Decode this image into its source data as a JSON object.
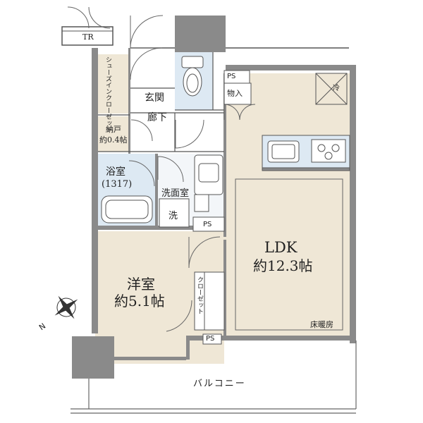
{
  "labels": {
    "tr": "TR",
    "shoe_closet": "シューズインクローゼット",
    "entrance": "玄関",
    "hallway": "廊下",
    "storage": "納戸",
    "storage_size": "約0.4帖",
    "bath": "浴室",
    "bath_size": "(1317)",
    "washroom": "洗面室",
    "washer": "洗",
    "ps_top": "PS",
    "storage_in": "物入",
    "fridge": "冷",
    "ps_wash": "PS",
    "ldk": "LDK",
    "ldk_size": "約12.3帖",
    "floor_heating": "床暖房",
    "western_room": "洋室",
    "western_size": "約5.1帖",
    "closet": "クローゼット",
    "ps_bottom": "PS",
    "balcony": "バルコニー",
    "north": "N"
  },
  "colors": {
    "wall": "#8a8a8a",
    "wall_dark": "#7a7a7a",
    "floor_beige": "#efe7d6",
    "floor_blue": "#dde9f3",
    "line": "#555555"
  }
}
